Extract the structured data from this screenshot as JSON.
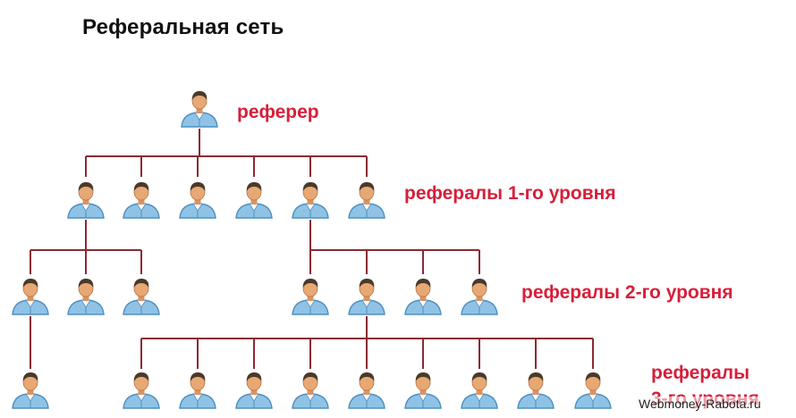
{
  "diagram": {
    "title": "Реферальная сеть",
    "levels": [
      {
        "label": "реферер"
      },
      {
        "label": "рефералы 1-го уровня"
      },
      {
        "label": "рефералы 2-го уровня"
      },
      {
        "label_line1": "рефералы",
        "label_line2": "3-го уровня"
      }
    ],
    "icon": "user-avatar-icon",
    "colors": {
      "label": "#d61f3a",
      "connector": "#8a2b33",
      "shirt": "#8fc3e6",
      "skin": "#e7a874",
      "hair": "#4a3a2a"
    }
  },
  "footer": {
    "watermark": "Webmoney-Rabota.ru"
  }
}
